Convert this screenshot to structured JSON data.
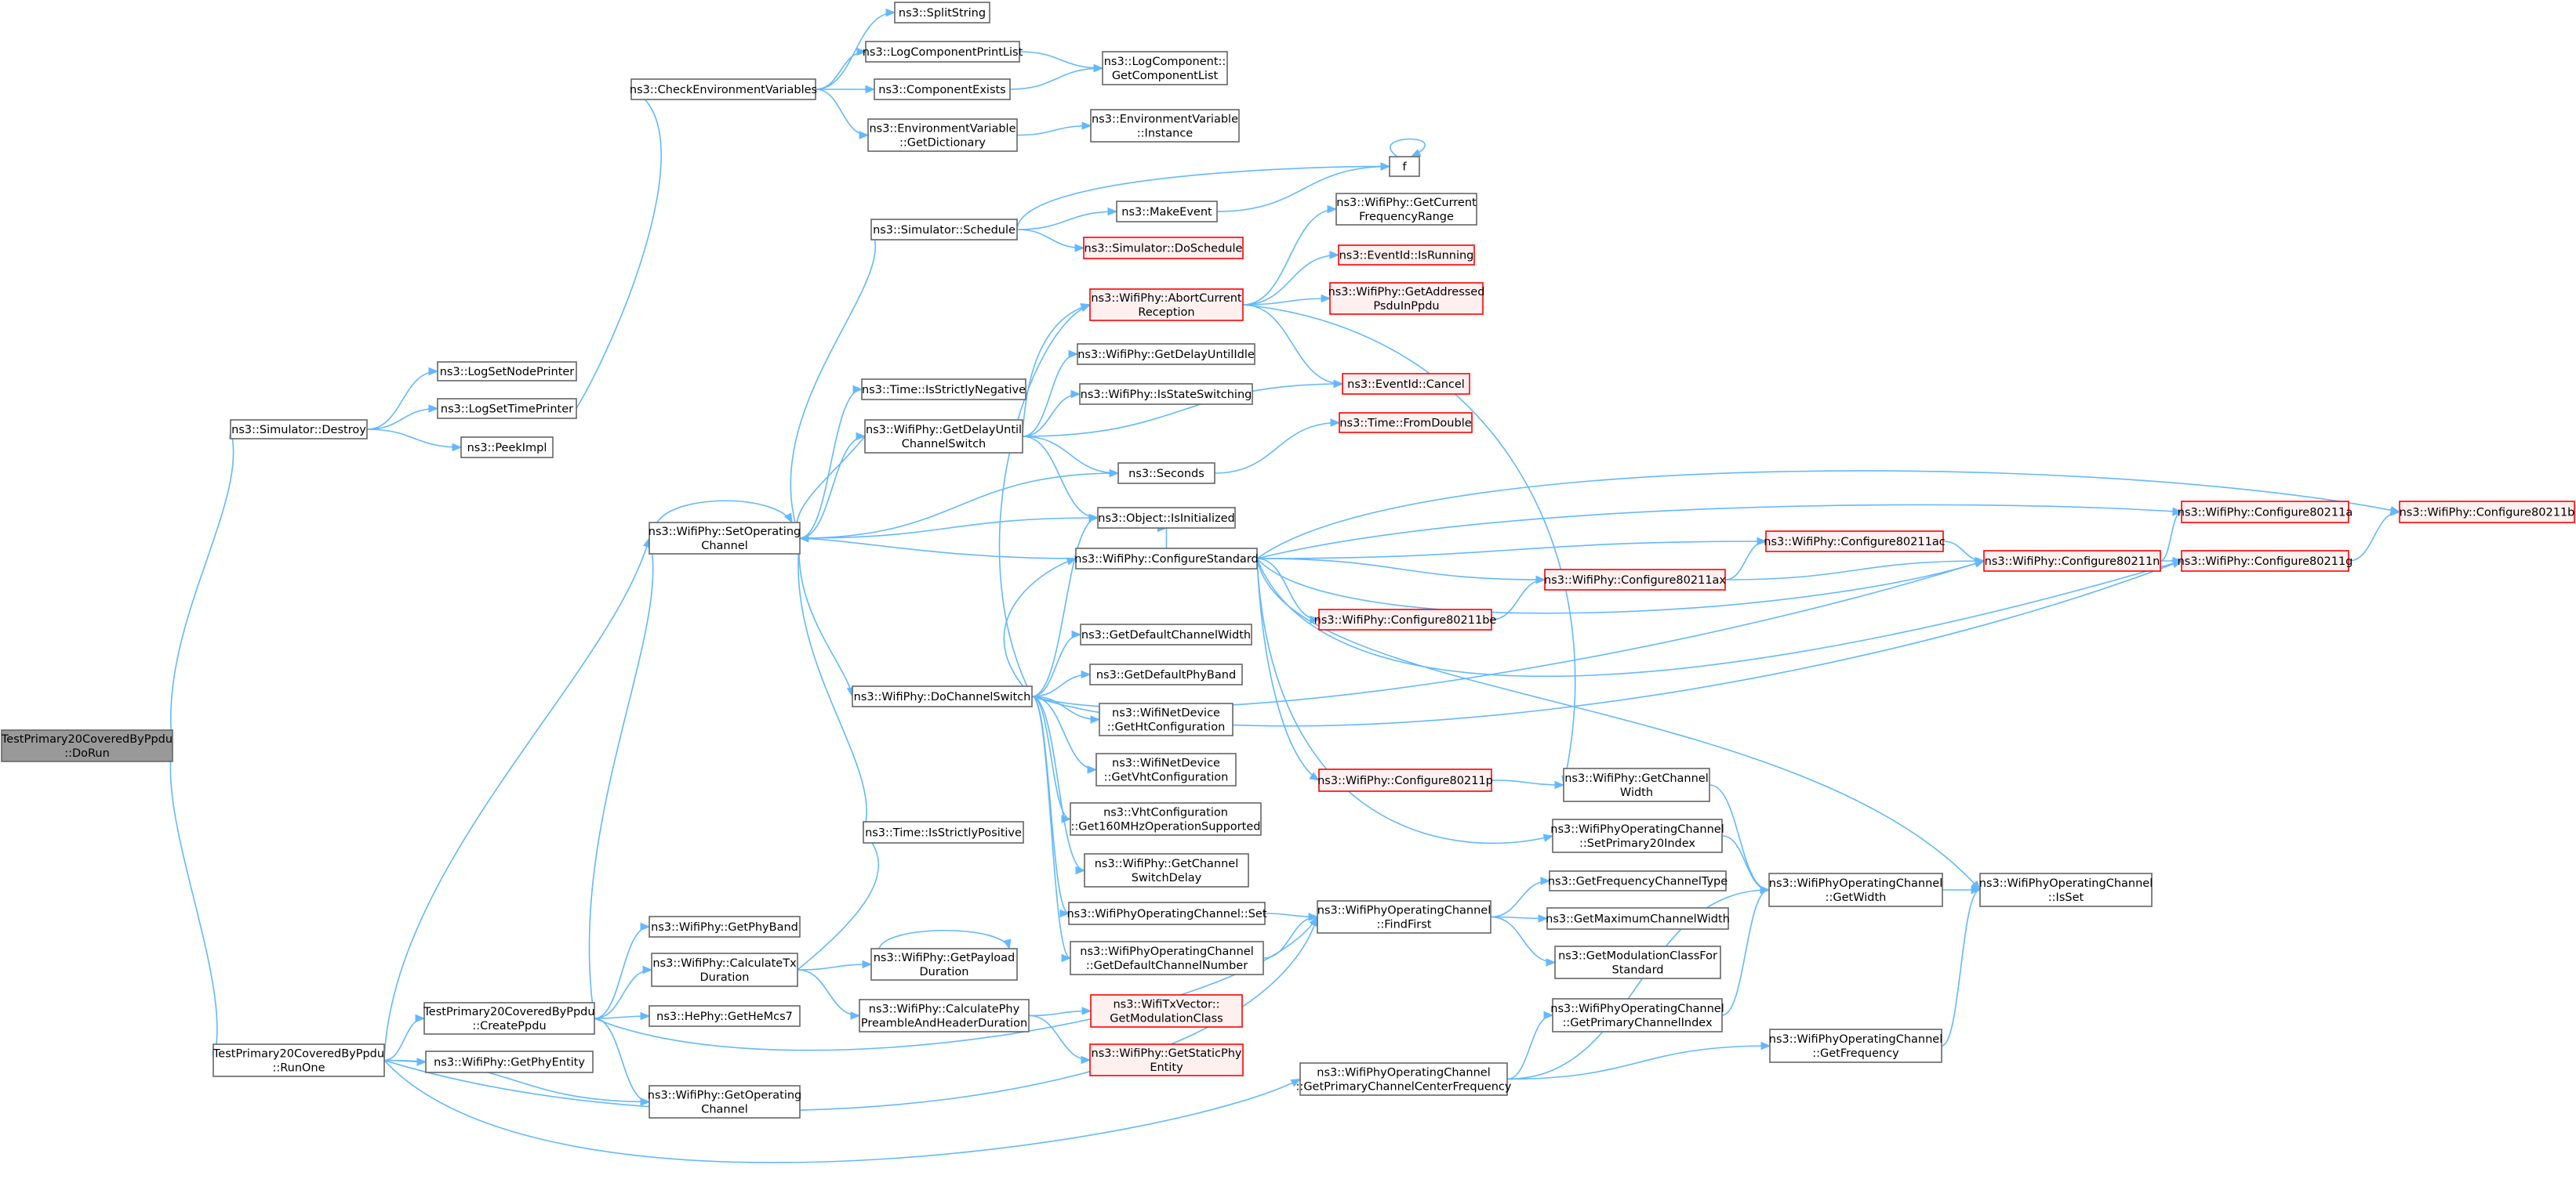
{
  "title": "TestPrimary20CoveredByPpdu::DoRun",
  "colors": {
    "edge": "#63b8ff",
    "node_border": "#666666",
    "node_fill": "#ffffff",
    "truncated_border": "#ff0000",
    "truncated_fill": "#fff0f0",
    "root_fill": "#999999"
  },
  "nodes": [
    {
      "id": "root",
      "kind": "root",
      "lines": [
        "TestPrimary20CoveredByPpdu",
        "::DoRun"
      ]
    },
    {
      "id": "sim_destroy",
      "kind": "normal",
      "lines": [
        "ns3::Simulator::Destroy"
      ]
    },
    {
      "id": "run_one",
      "kind": "normal",
      "lines": [
        "TestPrimary20CoveredByPpdu",
        "::RunOne"
      ]
    },
    {
      "id": "log_node_printer",
      "kind": "normal",
      "lines": [
        "ns3::LogSetNodePrinter"
      ]
    },
    {
      "id": "log_time_printer",
      "kind": "normal",
      "lines": [
        "ns3::LogSetTimePrinter"
      ]
    },
    {
      "id": "peek_impl",
      "kind": "normal",
      "lines": [
        "ns3::PeekImpl"
      ]
    },
    {
      "id": "check_env",
      "kind": "normal",
      "lines": [
        "ns3::CheckEnvironmentVariables"
      ]
    },
    {
      "id": "split_string",
      "kind": "normal",
      "lines": [
        "ns3::SplitString"
      ]
    },
    {
      "id": "log_comp_print_list",
      "kind": "normal",
      "lines": [
        "ns3::LogComponentPrintList"
      ]
    },
    {
      "id": "component_exists",
      "kind": "normal",
      "lines": [
        "ns3::ComponentExists"
      ]
    },
    {
      "id": "get_component_list",
      "kind": "normal",
      "lines": [
        "ns3::LogComponent::",
        "GetComponentList"
      ]
    },
    {
      "id": "env_get_dict",
      "kind": "normal",
      "lines": [
        "ns3::EnvironmentVariable",
        "::GetDictionary"
      ]
    },
    {
      "id": "env_instance",
      "kind": "normal",
      "lines": [
        "ns3::EnvironmentVariable",
        "::Instance"
      ]
    },
    {
      "id": "f",
      "kind": "normal",
      "lines": [
        "f"
      ]
    },
    {
      "id": "sim_schedule",
      "kind": "normal",
      "lines": [
        "ns3::Simulator::Schedule"
      ]
    },
    {
      "id": "make_event",
      "kind": "normal",
      "lines": [
        "ns3::MakeEvent"
      ]
    },
    {
      "id": "sim_do_schedule",
      "kind": "truncated",
      "lines": [
        "ns3::Simulator::DoSchedule"
      ]
    },
    {
      "id": "get_current_freq_range",
      "kind": "normal",
      "lines": [
        "ns3::WifiPhy::GetCurrent",
        "FrequencyRange"
      ]
    },
    {
      "id": "eventid_isrunning",
      "kind": "truncated",
      "lines": [
        "ns3::EventId::IsRunning"
      ]
    },
    {
      "id": "abort_current_reception",
      "kind": "truncated",
      "lines": [
        "ns3::WifiPhy::AbortCurrent",
        "Reception"
      ]
    },
    {
      "id": "get_addressed_psdu",
      "kind": "truncated",
      "lines": [
        "ns3::WifiPhy::GetAddressed",
        "PsduInPpdu"
      ]
    },
    {
      "id": "get_delay_until_idle",
      "kind": "normal",
      "lines": [
        "ns3::WifiPhy::GetDelayUntilIdle"
      ]
    },
    {
      "id": "is_state_switching",
      "kind": "normal",
      "lines": [
        "ns3::WifiPhy::IsStateSwitching"
      ]
    },
    {
      "id": "eventid_cancel",
      "kind": "truncated",
      "lines": [
        "ns3::EventId::Cancel"
      ]
    },
    {
      "id": "time_is_strictly_negative",
      "kind": "normal",
      "lines": [
        "ns3::Time::IsStrictlyNegative"
      ]
    },
    {
      "id": "get_delay_until_channel_switch",
      "kind": "normal",
      "lines": [
        "ns3::WifiPhy::GetDelayUntil",
        "ChannelSwitch"
      ]
    },
    {
      "id": "time_from_double",
      "kind": "truncated",
      "lines": [
        "ns3::Time::FromDouble"
      ]
    },
    {
      "id": "set_operating_channel",
      "kind": "normal",
      "lines": [
        "ns3::WifiPhy::SetOperating",
        "Channel"
      ]
    },
    {
      "id": "seconds",
      "kind": "normal",
      "lines": [
        "ns3::Seconds"
      ]
    },
    {
      "id": "object_is_initialized",
      "kind": "normal",
      "lines": [
        "ns3::Object::IsInitialized"
      ]
    },
    {
      "id": "configure_standard",
      "kind": "normal",
      "lines": [
        "ns3::WifiPhy::ConfigureStandard"
      ]
    },
    {
      "id": "configure_80211ac",
      "kind": "truncated",
      "lines": [
        "ns3::WifiPhy::Configure80211ac"
      ]
    },
    {
      "id": "configure_80211a",
      "kind": "truncated",
      "lines": [
        "ns3::WifiPhy::Configure80211a"
      ]
    },
    {
      "id": "configure_80211b",
      "kind": "truncated",
      "lines": [
        "ns3::WifiPhy::Configure80211b"
      ]
    },
    {
      "id": "configure_80211ax",
      "kind": "truncated",
      "lines": [
        "ns3::WifiPhy::Configure80211ax"
      ]
    },
    {
      "id": "configure_80211n",
      "kind": "truncated",
      "lines": [
        "ns3::WifiPhy::Configure80211n"
      ]
    },
    {
      "id": "configure_80211g",
      "kind": "truncated",
      "lines": [
        "ns3::WifiPhy::Configure80211g"
      ]
    },
    {
      "id": "configure_80211be",
      "kind": "truncated",
      "lines": [
        "ns3::WifiPhy::Configure80211be"
      ]
    },
    {
      "id": "get_default_channel_width",
      "kind": "normal",
      "lines": [
        "ns3::GetDefaultChannelWidth"
      ]
    },
    {
      "id": "get_default_phy_band",
      "kind": "normal",
      "lines": [
        "ns3::GetDefaultPhyBand"
      ]
    },
    {
      "id": "do_channel_switch",
      "kind": "normal",
      "lines": [
        "ns3::WifiPhy::DoChannelSwitch"
      ]
    },
    {
      "id": "get_ht_configuration",
      "kind": "normal",
      "lines": [
        "ns3::WifiNetDevice",
        "::GetHtConfiguration"
      ]
    },
    {
      "id": "get_vht_configuration",
      "kind": "normal",
      "lines": [
        "ns3::WifiNetDevice",
        "::GetVhtConfiguration"
      ]
    },
    {
      "id": "configure_80211p",
      "kind": "truncated",
      "lines": [
        "ns3::WifiPhy::Configure80211p"
      ]
    },
    {
      "id": "wifiphy_get_channel_width",
      "kind": "normal",
      "lines": [
        "ns3::WifiPhy::GetChannel",
        "Width"
      ]
    },
    {
      "id": "vht_get160",
      "kind": "normal",
      "lines": [
        "ns3::VhtConfiguration",
        "::Get160MHzOperationSupported"
      ]
    },
    {
      "id": "set_primary20_index",
      "kind": "normal",
      "lines": [
        "ns3::WifiPhyOperatingChannel",
        "::SetPrimary20Index"
      ]
    },
    {
      "id": "time_is_strictly_positive",
      "kind": "normal",
      "lines": [
        "ns3::Time::IsStrictlyPositive"
      ]
    },
    {
      "id": "get_channel_switch_delay",
      "kind": "normal",
      "lines": [
        "ns3::WifiPhy::GetChannel",
        "SwitchDelay"
      ]
    },
    {
      "id": "opch_get_width",
      "kind": "normal",
      "lines": [
        "ns3::WifiPhyOperatingChannel",
        "::GetWidth"
      ]
    },
    {
      "id": "opch_is_set",
      "kind": "normal",
      "lines": [
        "ns3::WifiPhyOperatingChannel",
        "::IsSet"
      ]
    },
    {
      "id": "get_frequency_channel_type",
      "kind": "normal",
      "lines": [
        "ns3::GetFrequencyChannelType"
      ]
    },
    {
      "id": "get_phy_band",
      "kind": "normal",
      "lines": [
        "ns3::WifiPhy::GetPhyBand"
      ]
    },
    {
      "id": "opch_set",
      "kind": "normal",
      "lines": [
        "ns3::WifiPhyOperatingChannel::Set"
      ]
    },
    {
      "id": "get_max_channel_width",
      "kind": "normal",
      "lines": [
        "ns3::GetMaximumChannelWidth"
      ]
    },
    {
      "id": "calculate_tx_duration",
      "kind": "normal",
      "lines": [
        "ns3::WifiPhy::CalculateTx",
        "Duration"
      ]
    },
    {
      "id": "get_payload_duration",
      "kind": "normal",
      "lines": [
        "ns3::WifiPhy::GetPayload",
        "Duration"
      ]
    },
    {
      "id": "opch_get_default_channel_number",
      "kind": "normal",
      "lines": [
        "ns3::WifiPhyOperatingChannel",
        "::GetDefaultChannelNumber"
      ]
    },
    {
      "id": "opch_find_first",
      "kind": "normal",
      "lines": [
        "ns3::WifiPhyOperatingChannel",
        "::FindFirst"
      ]
    },
    {
      "id": "get_modulation_class_for_standard",
      "kind": "normal",
      "lines": [
        "ns3::GetModulationClassFor",
        "Standard"
      ]
    },
    {
      "id": "create_ppdu",
      "kind": "normal",
      "lines": [
        "TestPrimary20CoveredByPpdu",
        "::CreatePpdu"
      ]
    },
    {
      "id": "he_phy_get_he_mcs7",
      "kind": "normal",
      "lines": [
        "ns3::HePhy::GetHeMcs7"
      ]
    },
    {
      "id": "calculate_phy_preamble",
      "kind": "normal",
      "lines": [
        "ns3::WifiPhy::CalculatePhy",
        "PreambleAndHeaderDuration"
      ]
    },
    {
      "id": "get_modulation_class",
      "kind": "truncated",
      "lines": [
        "ns3::WifiTxVector::",
        "GetModulationClass"
      ]
    },
    {
      "id": "opch_get_primary_channel_index",
      "kind": "normal",
      "lines": [
        "ns3::WifiPhyOperatingChannel",
        "::GetPrimaryChannelIndex"
      ]
    },
    {
      "id": "opch_get_frequency",
      "kind": "normal",
      "lines": [
        "ns3::WifiPhyOperatingChannel",
        "::GetFrequency"
      ]
    },
    {
      "id": "get_phy_entity",
      "kind": "normal",
      "lines": [
        "ns3::WifiPhy::GetPhyEntity"
      ]
    },
    {
      "id": "get_static_phy_entity",
      "kind": "truncated",
      "lines": [
        "ns3::WifiPhy::GetStaticPhy",
        "Entity"
      ]
    },
    {
      "id": "get_operating_channel",
      "kind": "normal",
      "lines": [
        "ns3::WifiPhy::GetOperating",
        "Channel"
      ]
    },
    {
      "id": "opch_get_primary_channel_center_frequency",
      "kind": "normal",
      "lines": [
        "ns3::WifiPhyOperatingChannel",
        "::GetPrimaryChannelCenterFrequency"
      ]
    }
  ],
  "edges": [
    [
      "root",
      "sim_destroy"
    ],
    [
      "root",
      "run_one"
    ],
    [
      "sim_destroy",
      "log_node_printer"
    ],
    [
      "sim_destroy",
      "log_time_printer"
    ],
    [
      "sim_destroy",
      "peek_impl"
    ],
    [
      "log_time_printer",
      "check_env"
    ],
    [
      "check_env",
      "split_string"
    ],
    [
      "check_env",
      "log_comp_print_list"
    ],
    [
      "check_env",
      "component_exists"
    ],
    [
      "check_env",
      "env_get_dict"
    ],
    [
      "log_comp_print_list",
      "get_component_list"
    ],
    [
      "component_exists",
      "get_component_list"
    ],
    [
      "env_get_dict",
      "env_instance"
    ],
    [
      "f",
      "f"
    ],
    [
      "sim_schedule",
      "f"
    ],
    [
      "sim_schedule",
      "make_event"
    ],
    [
      "sim_schedule",
      "sim_do_schedule"
    ],
    [
      "make_event",
      "f"
    ],
    [
      "abort_current_reception",
      "get_current_freq_range"
    ],
    [
      "abort_current_reception",
      "eventid_isrunning"
    ],
    [
      "abort_current_reception",
      "get_addressed_psdu"
    ],
    [
      "abort_current_reception",
      "eventid_cancel"
    ],
    [
      "abort_current_reception",
      "wifiphy_get_channel_width"
    ],
    [
      "get_delay_until_channel_switch",
      "abort_current_reception"
    ],
    [
      "get_delay_until_channel_switch",
      "get_delay_until_idle"
    ],
    [
      "get_delay_until_channel_switch",
      "is_state_switching"
    ],
    [
      "get_delay_until_channel_switch",
      "eventid_cancel"
    ],
    [
      "get_delay_until_channel_switch",
      "seconds"
    ],
    [
      "get_delay_until_channel_switch",
      "object_is_initialized"
    ],
    [
      "seconds",
      "time_from_double"
    ],
    [
      "set_operating_channel",
      "set_operating_channel"
    ],
    [
      "set_operating_channel",
      "sim_schedule"
    ],
    [
      "set_operating_channel",
      "time_is_strictly_negative"
    ],
    [
      "set_operating_channel",
      "get_delay_until_channel_switch"
    ],
    [
      "set_operating_channel",
      "seconds"
    ],
    [
      "set_operating_channel",
      "object_is_initialized"
    ],
    [
      "set_operating_channel",
      "do_channel_switch"
    ],
    [
      "set_operating_channel",
      "time_is_strictly_positive"
    ],
    [
      "get_delay_until_channel_switch",
      "set_operating_channel"
    ],
    [
      "configure_standard",
      "set_operating_channel"
    ],
    [
      "configure_standard",
      "object_is_initialized"
    ],
    [
      "configure_standard",
      "configure_80211ac"
    ],
    [
      "configure_standard",
      "configure_80211a"
    ],
    [
      "configure_standard",
      "configure_80211b"
    ],
    [
      "configure_standard",
      "configure_80211ax"
    ],
    [
      "configure_standard",
      "configure_80211n"
    ],
    [
      "configure_standard",
      "configure_80211g"
    ],
    [
      "configure_standard",
      "configure_80211be"
    ],
    [
      "configure_standard",
      "configure_80211p"
    ],
    [
      "configure_standard",
      "opch_is_set"
    ],
    [
      "configure_standard",
      "set_primary20_index"
    ],
    [
      "configure_80211ac",
      "configure_80211n"
    ],
    [
      "configure_80211ax",
      "configure_80211ac"
    ],
    [
      "configure_80211ax",
      "configure_80211n"
    ],
    [
      "configure_80211be",
      "configure_80211ax"
    ],
    [
      "configure_80211n",
      "configure_80211a"
    ],
    [
      "configure_80211n",
      "configure_80211g"
    ],
    [
      "configure_80211g",
      "configure_80211b"
    ],
    [
      "configure_80211p",
      "wifiphy_get_channel_width"
    ],
    [
      "do_channel_switch",
      "object_is_initialized"
    ],
    [
      "do_channel_switch",
      "configure_standard"
    ],
    [
      "do_channel_switch",
      "get_default_channel_width"
    ],
    [
      "do_channel_switch",
      "get_default_phy_band"
    ],
    [
      "do_channel_switch",
      "get_ht_configuration"
    ],
    [
      "do_channel_switch",
      "get_vht_configuration"
    ],
    [
      "do_channel_switch",
      "vht_get160"
    ],
    [
      "do_channel_switch",
      "get_channel_switch_delay"
    ],
    [
      "do_channel_switch",
      "opch_set"
    ],
    [
      "do_channel_switch",
      "opch_get_default_channel_number"
    ],
    [
      "do_channel_switch",
      "configure_80211n"
    ],
    [
      "do_channel_switch",
      "configure_80211g"
    ],
    [
      "do_channel_switch",
      "abort_current_reception"
    ],
    [
      "wifiphy_get_channel_width",
      "opch_get_width"
    ],
    [
      "set_primary20_index",
      "opch_get_width"
    ],
    [
      "opch_get_width",
      "opch_is_set"
    ],
    [
      "opch_get_primary_channel_index",
      "opch_get_width"
    ],
    [
      "opch_get_frequency",
      "opch_is_set"
    ],
    [
      "opch_set",
      "opch_find_first"
    ],
    [
      "opch_get_default_channel_number",
      "opch_find_first"
    ],
    [
      "opch_find_first",
      "get_frequency_channel_type"
    ],
    [
      "opch_find_first",
      "get_max_channel_width"
    ],
    [
      "opch_find_first",
      "get_modulation_class_for_standard"
    ],
    [
      "opch_get_primary_channel_center_frequency",
      "opch_get_primary_channel_index"
    ],
    [
      "opch_get_primary_channel_center_frequency",
      "opch_get_frequency"
    ],
    [
      "opch_get_primary_channel_center_frequency",
      "opch_get_width"
    ],
    [
      "calculate_tx_duration",
      "time_is_strictly_positive"
    ],
    [
      "calculate_tx_duration",
      "get_payload_duration"
    ],
    [
      "calculate_tx_duration",
      "calculate_phy_preamble"
    ],
    [
      "get_payload_duration",
      "get_payload_duration"
    ],
    [
      "calculate_phy_preamble",
      "get_modulation_class"
    ],
    [
      "calculate_phy_preamble",
      "get_static_phy_entity"
    ],
    [
      "create_ppdu",
      "set_operating_channel"
    ],
    [
      "create_ppdu",
      "get_phy_band"
    ],
    [
      "create_ppdu",
      "calculate_tx_duration"
    ],
    [
      "create_ppdu",
      "he_phy_get_he_mcs7"
    ],
    [
      "create_ppdu",
      "get_operating_channel"
    ],
    [
      "create_ppdu",
      "opch_find_first"
    ],
    [
      "run_one",
      "set_operating_channel"
    ],
    [
      "run_one",
      "create_ppdu"
    ],
    [
      "run_one",
      "get_phy_entity"
    ],
    [
      "run_one",
      "get_operating_channel"
    ],
    [
      "run_one",
      "opch_find_first"
    ],
    [
      "run_one",
      "opch_get_primary_channel_center_frequency"
    ]
  ]
}
